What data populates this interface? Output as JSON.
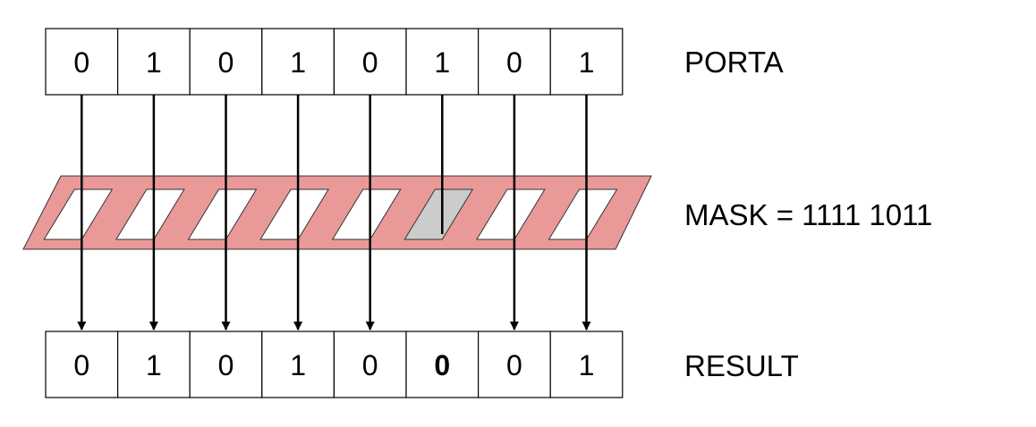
{
  "porta": {
    "label": "PORTA",
    "bits": [
      "0",
      "1",
      "0",
      "1",
      "0",
      "1",
      "0",
      "1"
    ]
  },
  "mask": {
    "label": "MASK = 1111 1011",
    "bits": [
      "1",
      "1",
      "1",
      "1",
      "1",
      "0",
      "1",
      "1"
    ]
  },
  "result": {
    "label": "RESULT",
    "bits": [
      "0",
      "1",
      "0",
      "1",
      "0",
      "0",
      "0",
      "1"
    ],
    "highlight": [
      false,
      false,
      false,
      false,
      false,
      true,
      false,
      false
    ]
  },
  "colors": {
    "mask_band": "#ea9999",
    "blocked_window": "#cccccc",
    "highlight_text": "#cc0000",
    "stroke": "#000000"
  }
}
